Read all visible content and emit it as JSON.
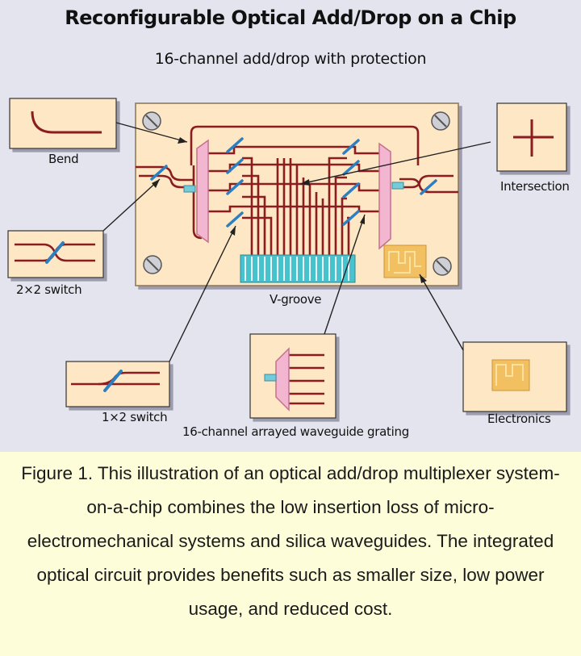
{
  "title": "Reconfigurable Optical Add/Drop on a Chip",
  "subtitle": "16-channel add/drop with protection",
  "labels": {
    "bend": "Bend",
    "intersection": "Intersection",
    "switch_2x2": "2×2 switch",
    "vgroove": "V-groove",
    "switch_1x2": "1×2 switch",
    "awg": "16-channel arrayed waveguide grating",
    "electronics": "Electronics"
  },
  "caption": "Figure 1. This illustration of an optical add/drop multiplexer system-on-a-chip combines the low insertion loss of micro-electromechanical systems and silica waveguides. The integrated optical circuit provides benefits such as smaller size, low power usage, and reduced cost.",
  "colors": {
    "background": "#e4e4ef",
    "chip": "#fde7c4",
    "waveguide": "#8b1c20",
    "grating": "#f2b6d0",
    "switch": "#2c7fc0",
    "vgroove": "#49c2cf",
    "electronics": "#f2c060",
    "caption_bg": "#fdfdda"
  }
}
